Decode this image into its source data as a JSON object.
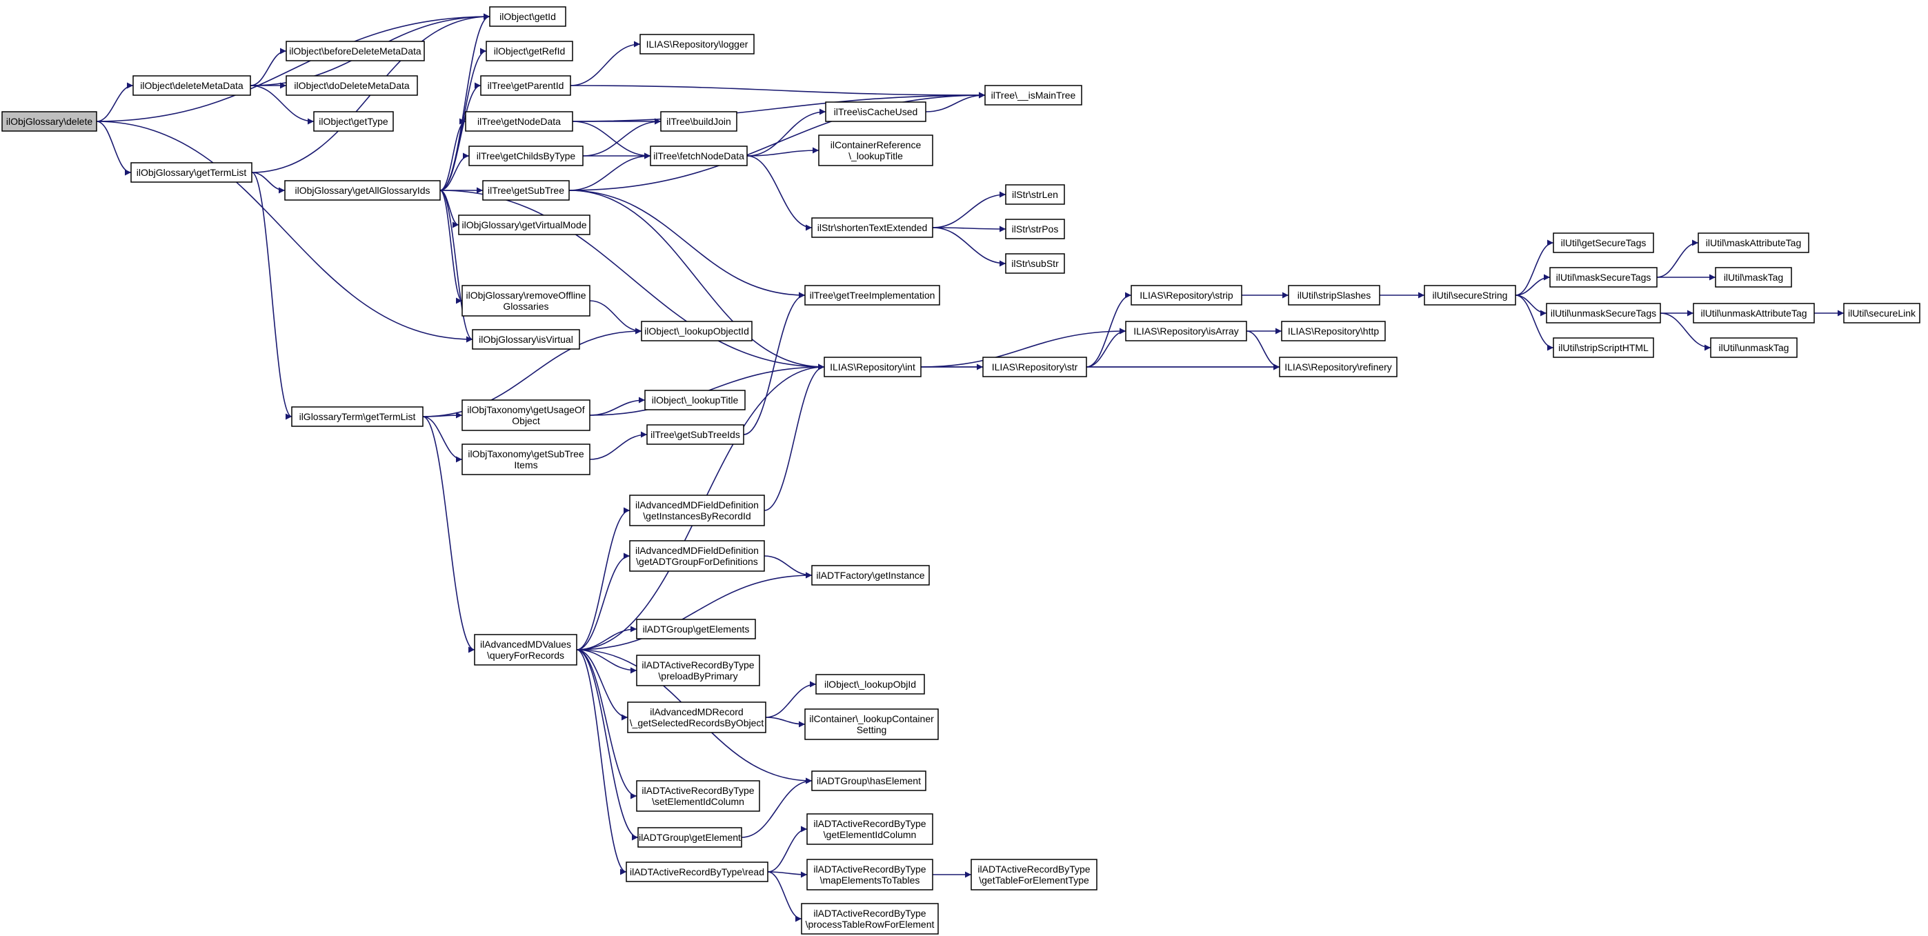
{
  "diagram": {
    "type": "call-graph",
    "colors": {
      "edge": "#191970",
      "node_border": "#000000",
      "node_fill": "#ffffff",
      "root_fill": "#bfbfbf"
    },
    "nodes": [
      {
        "id": "n0",
        "lines": [
          "ilObjGlossary\\delete"
        ],
        "root": true
      },
      {
        "id": "n1",
        "lines": [
          "ilObject\\deleteMetaData"
        ]
      },
      {
        "id": "n2",
        "lines": [
          "ilObjGlossary\\getTermList"
        ]
      },
      {
        "id": "n3",
        "lines": [
          "ilObject\\getId"
        ]
      },
      {
        "id": "n4",
        "lines": [
          "ilObjGlossary\\isVirtual"
        ]
      },
      {
        "id": "n5",
        "lines": [
          "ilObject\\beforeDeleteMetaData"
        ]
      },
      {
        "id": "n6",
        "lines": [
          "ilObject\\doDeleteMetaData"
        ]
      },
      {
        "id": "n7",
        "lines": [
          "ilObject\\getType"
        ]
      },
      {
        "id": "n8",
        "lines": [
          "ilObjGlossary\\getAllGlossaryIds"
        ]
      },
      {
        "id": "n9",
        "lines": [
          "ilGlossaryTerm\\getTermList"
        ]
      },
      {
        "id": "n10",
        "lines": [
          "ilObject\\getRefId"
        ]
      },
      {
        "id": "n11",
        "lines": [
          "ilTree\\getParentId"
        ]
      },
      {
        "id": "n12",
        "lines": [
          "ilTree\\getNodeData"
        ]
      },
      {
        "id": "n13",
        "lines": [
          "ilTree\\getChildsByType"
        ]
      },
      {
        "id": "n14",
        "lines": [
          "ilTree\\getSubTree"
        ]
      },
      {
        "id": "n15",
        "lines": [
          "ilObjGlossary\\getVirtualMode"
        ]
      },
      {
        "id": "n16",
        "lines": [
          "ilObjGlossary\\removeOffline",
          "Glossaries"
        ]
      },
      {
        "id": "n17",
        "lines": [
          "ILIAS\\Repository\\int"
        ]
      },
      {
        "id": "n18",
        "lines": [
          "ilObjTaxonomy\\getUsageOf",
          "Object"
        ]
      },
      {
        "id": "n19",
        "lines": [
          "ilObjTaxonomy\\getSubTree",
          "Items"
        ]
      },
      {
        "id": "n20",
        "lines": [
          "ilAdvancedMDValues",
          "\\queryForRecords"
        ]
      },
      {
        "id": "n21",
        "lines": [
          "ILIAS\\Repository\\logger"
        ]
      },
      {
        "id": "n22",
        "lines": [
          "ilTree\\__isMainTree"
        ]
      },
      {
        "id": "n23",
        "lines": [
          "ilTree\\buildJoin"
        ]
      },
      {
        "id": "n24",
        "lines": [
          "ilTree\\fetchNodeData"
        ]
      },
      {
        "id": "n25",
        "lines": [
          "ilTree\\getTreeImplementation"
        ]
      },
      {
        "id": "n26",
        "lines": [
          "ilObject\\_lookupObjectId"
        ]
      },
      {
        "id": "n27",
        "lines": [
          "ilObject\\_lookupTitle"
        ]
      },
      {
        "id": "n28",
        "lines": [
          "ilTree\\getSubTreeIds"
        ]
      },
      {
        "id": "n29",
        "lines": [
          "ilAdvancedMDFieldDefinition",
          "\\getInstancesByRecordId"
        ]
      },
      {
        "id": "n30",
        "lines": [
          "ilAdvancedMDFieldDefinition",
          "\\getADTGroupForDefinitions"
        ]
      },
      {
        "id": "n31",
        "lines": [
          "ilADTFactory\\getInstance"
        ]
      },
      {
        "id": "n32",
        "lines": [
          "ilADTGroup\\getElements"
        ]
      },
      {
        "id": "n33",
        "lines": [
          "ilADTActiveRecordByType",
          "\\preloadByPrimary"
        ]
      },
      {
        "id": "n34",
        "lines": [
          "ilAdvancedMDRecord",
          "\\_getSelectedRecordsByObject"
        ]
      },
      {
        "id": "n35",
        "lines": [
          "ilADTActiveRecordByType",
          "\\setElementIdColumn"
        ]
      },
      {
        "id": "n36",
        "lines": [
          "ilADTGroup\\getElement"
        ]
      },
      {
        "id": "n37",
        "lines": [
          "ilADTActiveRecordByType\\read"
        ]
      },
      {
        "id": "n38",
        "lines": [
          "ilTree\\isCacheUsed"
        ]
      },
      {
        "id": "n39",
        "lines": [
          "ilContainerReference",
          "\\_lookupTitle"
        ]
      },
      {
        "id": "n40",
        "lines": [
          "ilStr\\shortenTextExtended"
        ]
      },
      {
        "id": "n41",
        "lines": [
          "ILIAS\\Repository\\str"
        ]
      },
      {
        "id": "n42",
        "lines": [
          "ILIAS\\Repository\\isArray"
        ]
      },
      {
        "id": "n43",
        "lines": [
          "ILIAS\\Repository\\refinery"
        ]
      },
      {
        "id": "n44",
        "lines": [
          "ilObject\\_lookupObjId"
        ]
      },
      {
        "id": "n45",
        "lines": [
          "ilContainer\\_lookupContainer",
          "Setting"
        ]
      },
      {
        "id": "n46",
        "lines": [
          "ilADTGroup\\hasElement"
        ]
      },
      {
        "id": "n47",
        "lines": [
          "ilADTActiveRecordByType",
          "\\getElementIdColumn"
        ]
      },
      {
        "id": "n48",
        "lines": [
          "ilADTActiveRecordByType",
          "\\mapElementsToTables"
        ]
      },
      {
        "id": "n49",
        "lines": [
          "ilADTActiveRecordByType",
          "\\processTableRowForElement"
        ]
      },
      {
        "id": "n50",
        "lines": [
          "ilStr\\strLen"
        ]
      },
      {
        "id": "n51",
        "lines": [
          "ilStr\\strPos"
        ]
      },
      {
        "id": "n52",
        "lines": [
          "ilStr\\subStr"
        ]
      },
      {
        "id": "n53",
        "lines": [
          "ILIAS\\Repository\\strip"
        ]
      },
      {
        "id": "n54",
        "lines": [
          "ILIAS\\Repository\\http"
        ]
      },
      {
        "id": "n55",
        "lines": [
          "ilADTActiveRecordByType",
          "\\getTableForElementType"
        ]
      },
      {
        "id": "n56",
        "lines": [
          "ilUtil\\stripSlashes"
        ]
      },
      {
        "id": "n57",
        "lines": [
          "ilUtil\\secureString"
        ]
      },
      {
        "id": "n58",
        "lines": [
          "ilUtil\\getSecureTags"
        ]
      },
      {
        "id": "n59",
        "lines": [
          "ilUtil\\maskSecureTags"
        ]
      },
      {
        "id": "n60",
        "lines": [
          "ilUtil\\unmaskSecureTags"
        ]
      },
      {
        "id": "n61",
        "lines": [
          "ilUtil\\stripScriptHTML"
        ]
      },
      {
        "id": "n62",
        "lines": [
          "ilUtil\\maskAttributeTag"
        ]
      },
      {
        "id": "n63",
        "lines": [
          "ilUtil\\maskTag"
        ]
      },
      {
        "id": "n64",
        "lines": [
          "ilUtil\\unmaskAttributeTag"
        ]
      },
      {
        "id": "n65",
        "lines": [
          "ilUtil\\unmaskTag"
        ]
      },
      {
        "id": "n66",
        "lines": [
          "ilUtil\\secureLink"
        ]
      }
    ],
    "edges": [
      [
        "n0",
        "n1"
      ],
      [
        "n0",
        "n2"
      ],
      [
        "n0",
        "n3"
      ],
      [
        "n0",
        "n4"
      ],
      [
        "n1",
        "n3"
      ],
      [
        "n1",
        "n5"
      ],
      [
        "n1",
        "n6"
      ],
      [
        "n1",
        "n7"
      ],
      [
        "n2",
        "n3"
      ],
      [
        "n2",
        "n8"
      ],
      [
        "n2",
        "n9"
      ],
      [
        "n8",
        "n3"
      ],
      [
        "n8",
        "n10"
      ],
      [
        "n8",
        "n11"
      ],
      [
        "n8",
        "n12"
      ],
      [
        "n8",
        "n13"
      ],
      [
        "n8",
        "n14"
      ],
      [
        "n8",
        "n15"
      ],
      [
        "n8",
        "n16"
      ],
      [
        "n8",
        "n4"
      ],
      [
        "n8",
        "n17"
      ],
      [
        "n9",
        "n26"
      ],
      [
        "n9",
        "n18"
      ],
      [
        "n9",
        "n19"
      ],
      [
        "n9",
        "n20"
      ],
      [
        "n11",
        "n21"
      ],
      [
        "n11",
        "n22"
      ],
      [
        "n12",
        "n22"
      ],
      [
        "n12",
        "n23"
      ],
      [
        "n12",
        "n24"
      ],
      [
        "n13",
        "n23"
      ],
      [
        "n13",
        "n24"
      ],
      [
        "n14",
        "n22"
      ],
      [
        "n14",
        "n24"
      ],
      [
        "n14",
        "n25"
      ],
      [
        "n14",
        "n17"
      ],
      [
        "n16",
        "n26"
      ],
      [
        "n18",
        "n17"
      ],
      [
        "n18",
        "n27"
      ],
      [
        "n19",
        "n28"
      ],
      [
        "n20",
        "n17"
      ],
      [
        "n20",
        "n29"
      ],
      [
        "n20",
        "n30"
      ],
      [
        "n20",
        "n31"
      ],
      [
        "n20",
        "n32"
      ],
      [
        "n20",
        "n33"
      ],
      [
        "n20",
        "n34"
      ],
      [
        "n20",
        "n46"
      ],
      [
        "n20",
        "n35"
      ],
      [
        "n20",
        "n36"
      ],
      [
        "n20",
        "n37"
      ],
      [
        "n24",
        "n38"
      ],
      [
        "n24",
        "n39"
      ],
      [
        "n24",
        "n40"
      ],
      [
        "n28",
        "n25"
      ],
      [
        "n29",
        "n17"
      ],
      [
        "n30",
        "n31"
      ],
      [
        "n34",
        "n44"
      ],
      [
        "n34",
        "n45"
      ],
      [
        "n36",
        "n46"
      ],
      [
        "n37",
        "n47"
      ],
      [
        "n37",
        "n48"
      ],
      [
        "n37",
        "n49"
      ],
      [
        "n38",
        "n22"
      ],
      [
        "n40",
        "n50"
      ],
      [
        "n40",
        "n51"
      ],
      [
        "n40",
        "n52"
      ],
      [
        "n17",
        "n41"
      ],
      [
        "n17",
        "n42"
      ],
      [
        "n17",
        "n43"
      ],
      [
        "n41",
        "n53"
      ],
      [
        "n41",
        "n42"
      ],
      [
        "n41",
        "n43"
      ],
      [
        "n42",
        "n54"
      ],
      [
        "n42",
        "n43"
      ],
      [
        "n48",
        "n55"
      ],
      [
        "n53",
        "n56"
      ],
      [
        "n56",
        "n57"
      ],
      [
        "n57",
        "n58"
      ],
      [
        "n57",
        "n59"
      ],
      [
        "n57",
        "n60"
      ],
      [
        "n57",
        "n61"
      ],
      [
        "n59",
        "n62"
      ],
      [
        "n59",
        "n63"
      ],
      [
        "n60",
        "n64"
      ],
      [
        "n60",
        "n65"
      ],
      [
        "n64",
        "n66"
      ]
    ]
  }
}
